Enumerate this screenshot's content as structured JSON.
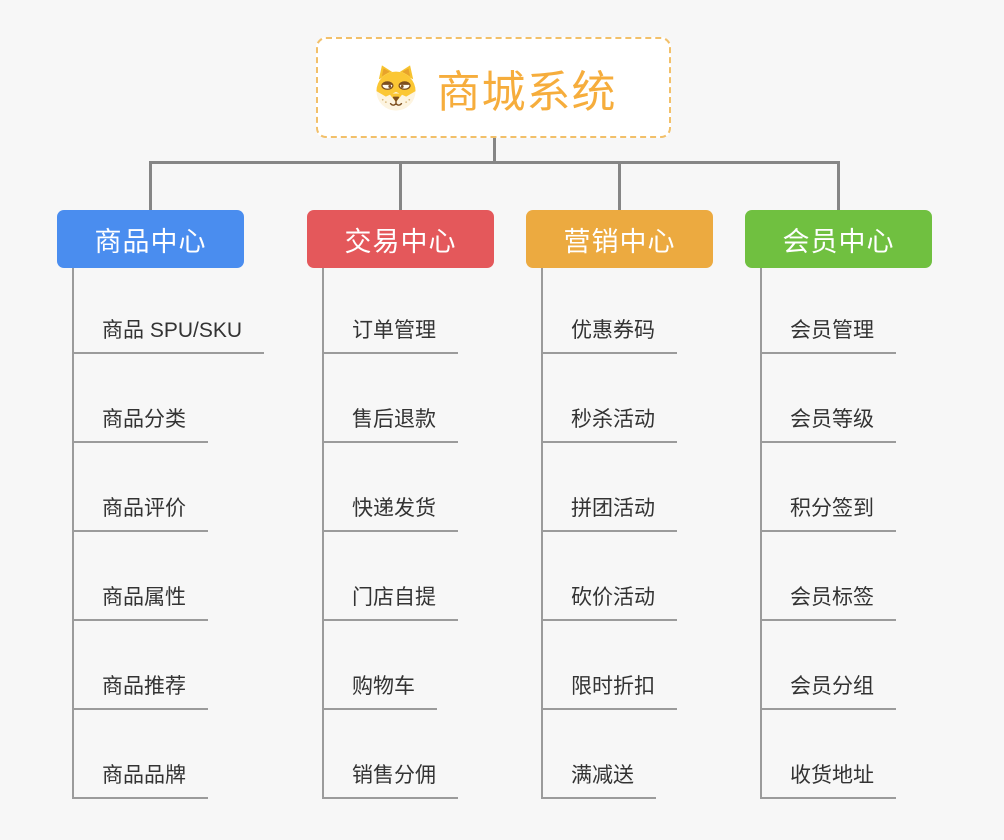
{
  "root": {
    "title": "商城系统",
    "icon": "doge-icon",
    "border_color": "#f2c06a",
    "title_color": "#f6ad3c"
  },
  "connector_colors": {
    "main": "#868686",
    "leaf": "#9b9b9b"
  },
  "background_color": "#f7f7f7",
  "branches": [
    {
      "label": "商品中心",
      "color": "#4a8def",
      "items": [
        "商品 SPU/SKU",
        "商品分类",
        "商品评价",
        "商品属性",
        "商品推荐",
        "商品品牌"
      ]
    },
    {
      "label": "交易中心",
      "color": "#e4585b",
      "items": [
        "订单管理",
        "售后退款",
        "快递发货",
        "门店自提",
        "购物车",
        "销售分佣"
      ]
    },
    {
      "label": "营销中心",
      "color": "#ecaa40",
      "items": [
        "优惠券码",
        "秒杀活动",
        "拼团活动",
        "砍价活动",
        "限时折扣",
        "满减送"
      ]
    },
    {
      "label": "会员中心",
      "color": "#70c040",
      "items": [
        "会员管理",
        "会员等级",
        "积分签到",
        "会员标签",
        "会员分组",
        "收货地址"
      ]
    }
  ]
}
